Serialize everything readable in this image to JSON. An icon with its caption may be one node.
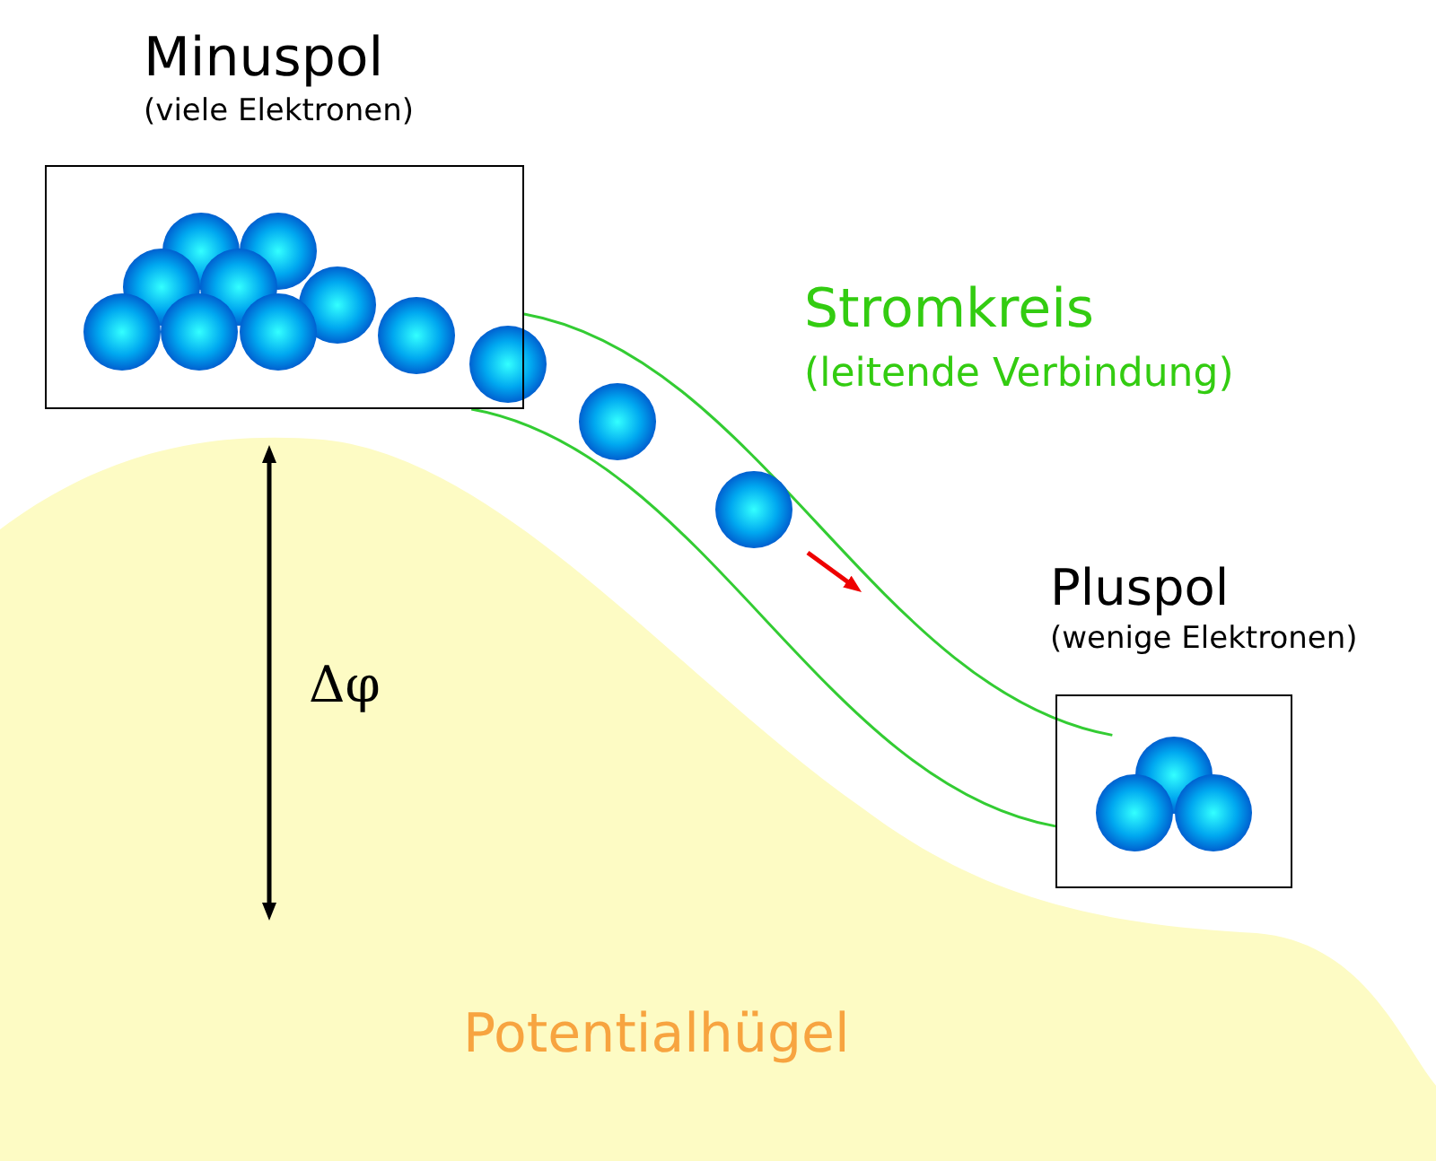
{
  "diagram": {
    "nodes": [
      {
        "text": [
          "Minuspol",
          "(viele Elektronen)"
        ]
      },
      {
        "text": [
          "Pluspol",
          "(wenige Elektronen)"
        ]
      }
    ],
    "edges": [
      {
        "from": 0,
        "to": 1,
        "arrow": "none"
      },
      {
        "from": 0,
        "to": 1,
        "arrow": "none"
      }
    ],
    "labels": [
      "Stromkreis",
      "(leitende Verbindung)",
      "Δφ",
      "Potentialhügel"
    ]
  }
}
